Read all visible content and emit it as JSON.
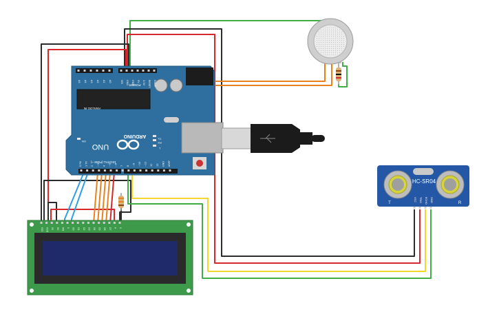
{
  "arduino": {
    "brand": "ARDUINO",
    "model": "UNO",
    "analog_label": "ANALOG IN",
    "power_label": "POWER",
    "digital_label": "DIGITAL (PWM ~)",
    "on_label": "ON",
    "tx_label": "TX",
    "rx_label": "RX",
    "l_label": "L",
    "analog_pins": [
      "A5",
      "A4",
      "A3",
      "A2",
      "A1",
      "A0"
    ],
    "power_pins": [
      "VIN",
      "GND",
      "GND",
      "5V",
      "3.3V",
      "RESET",
      "IOREF"
    ],
    "digital_pins": [
      "0 RX",
      "1 TX",
      "2",
      "~3",
      "4",
      "~5",
      "~6",
      "7",
      "8",
      "~9",
      "~10",
      "~11",
      "12",
      "13",
      "GND",
      "AREF"
    ]
  },
  "ultrasonic": {
    "model": "HC-SR04",
    "pins": [
      "VCC",
      "TRIG",
      "ECHO",
      "GND"
    ],
    "side_left": "T",
    "side_right": "R"
  },
  "lcd": {
    "pins": [
      "VSS",
      "VDD",
      "V0",
      "RS",
      "RW",
      "E",
      "D0",
      "D1",
      "D2",
      "D3",
      "D4",
      "D5",
      "D6",
      "D7",
      "A",
      "K"
    ]
  },
  "colors": {
    "wire_black": "#2b2b2b",
    "wire_red": "#d9262c",
    "wire_green": "#3fae49",
    "wire_orange": "#e8821e",
    "wire_blue": "#2e9fe0",
    "wire_yellow": "#f2d62b",
    "board_blue": "#2f6f9f",
    "lcd_green": "#3c9a4a",
    "lcd_screen": "#1f2a6b",
    "sensor_blue": "#2458a6"
  }
}
